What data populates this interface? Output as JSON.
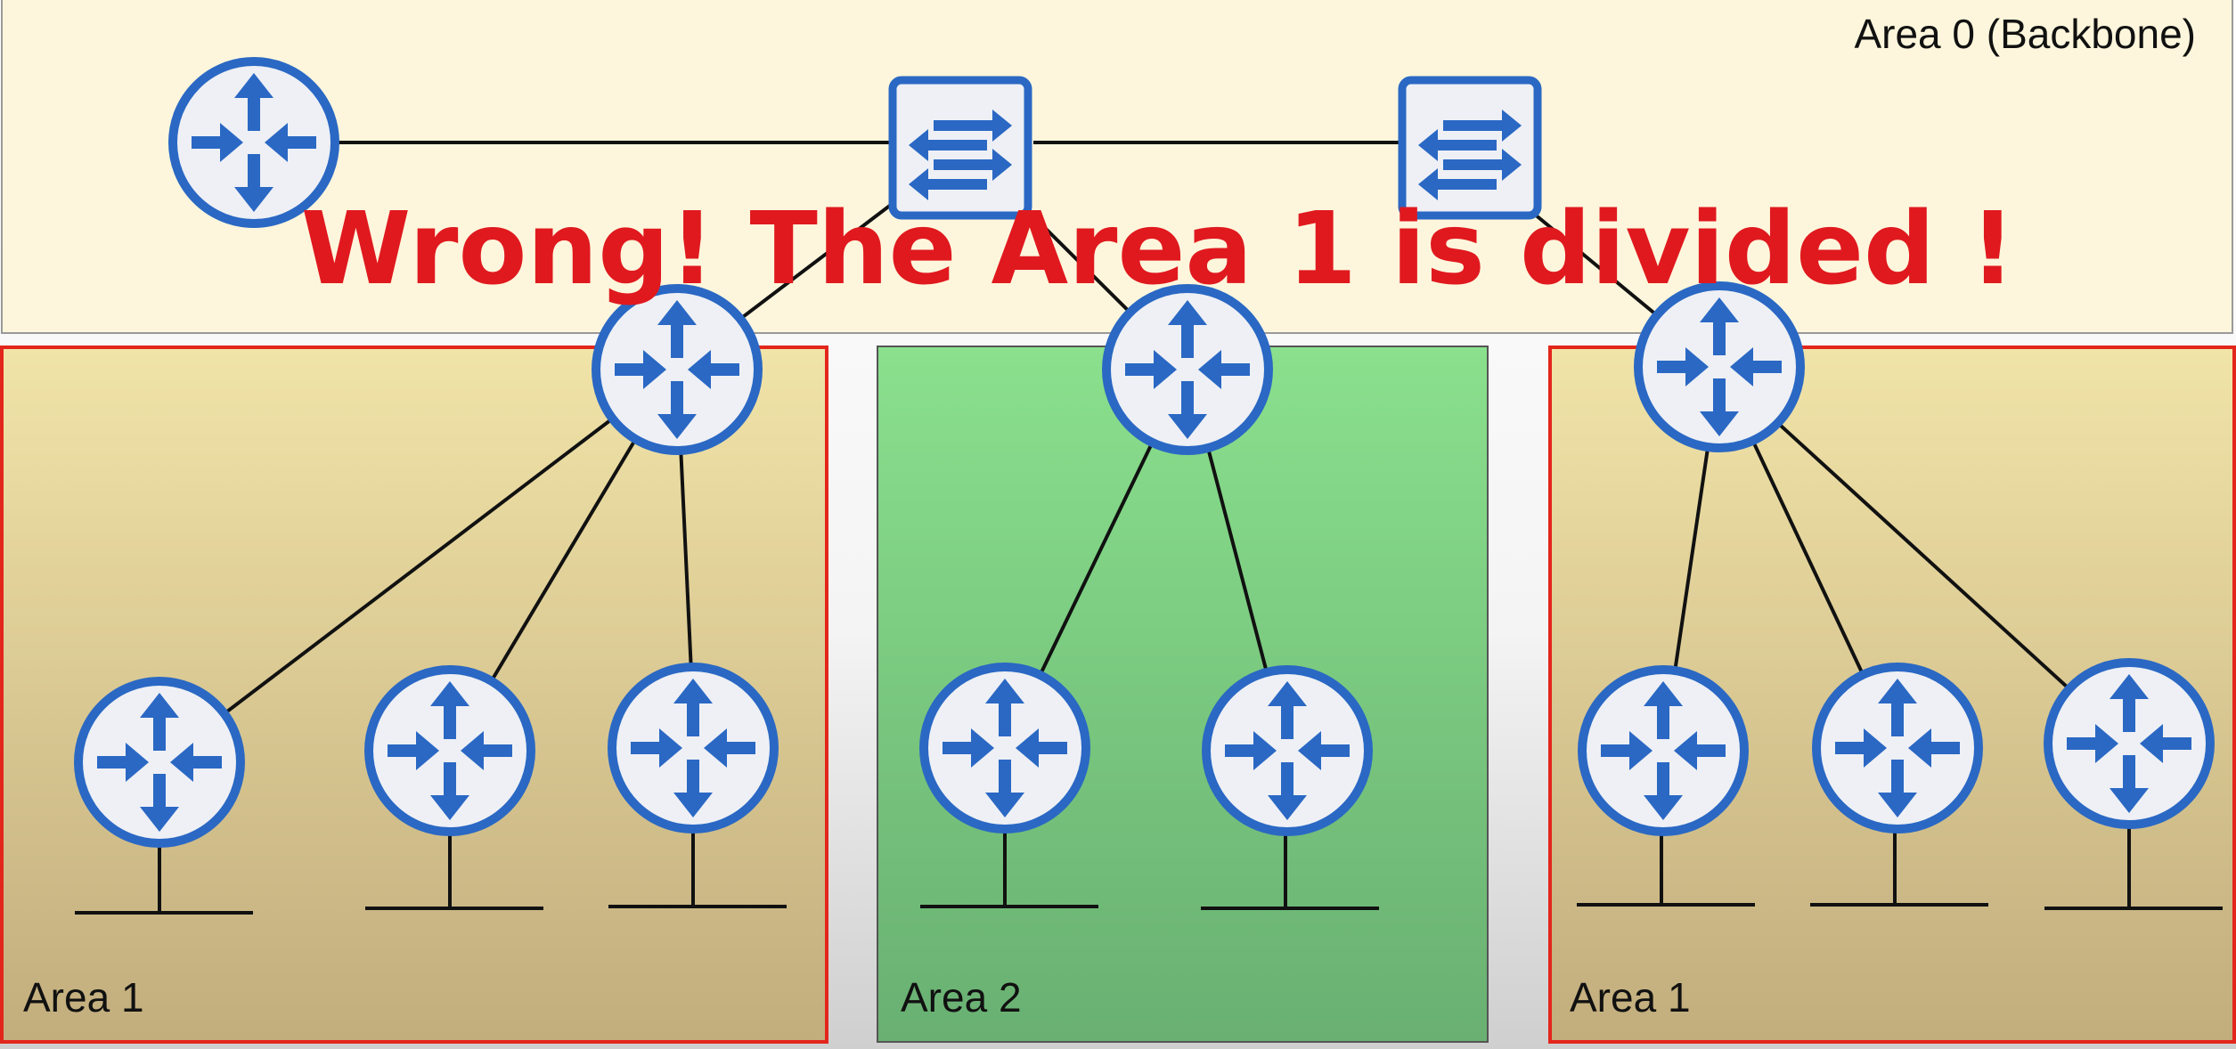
{
  "areas": {
    "backbone": {
      "label": "Area 0 (Backbone)"
    },
    "left": {
      "label": "Area 1"
    },
    "middle": {
      "label": "Area 2"
    },
    "right": {
      "label": "Area 1"
    }
  },
  "banner": {
    "text": "Wrong! The Area 1 is divided !"
  },
  "icons": {
    "router": "router-icon",
    "switch": "switch-icon"
  },
  "colors": {
    "backbone_fill": "#fdf6dc",
    "area1_border": "#e3261c",
    "area2_fill": "#82d98a",
    "device_blue": "#2a68c4",
    "banner_red": "#e0191f"
  }
}
